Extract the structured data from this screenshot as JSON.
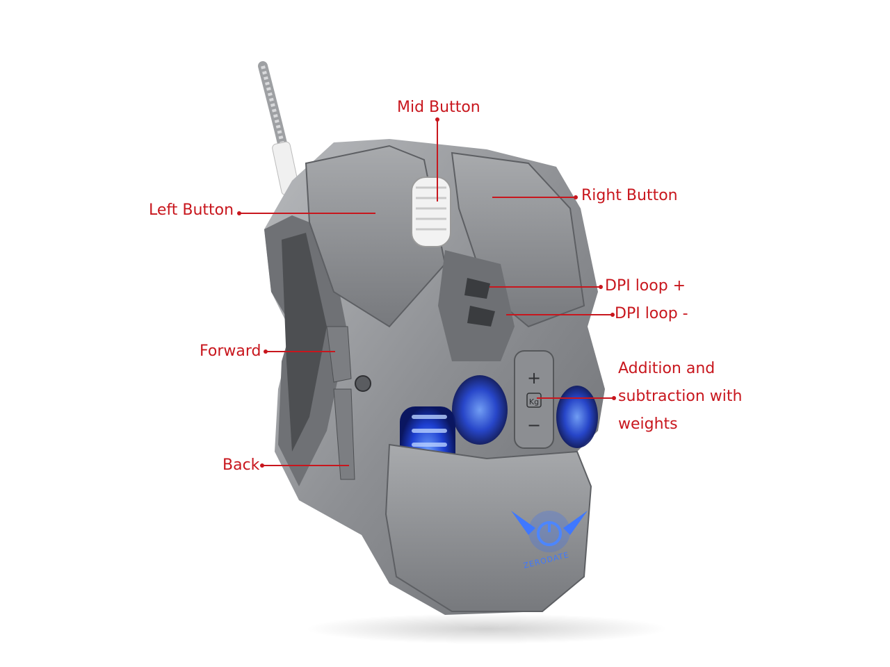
{
  "labels": {
    "mid_button": "Mid Button",
    "left_button": "Left Button",
    "right_button": "Right Button",
    "dpi_plus": "DPI loop +",
    "dpi_minus": "DPI loop -",
    "forward": "Forward",
    "back": "Back",
    "weights": "Addition and subtraction with weights"
  },
  "brand_logo": "ZERODATE",
  "colors": {
    "label": "#c8161d",
    "body": "#8a8c90",
    "glow": "#2f6bff",
    "background": "#ffffff"
  }
}
